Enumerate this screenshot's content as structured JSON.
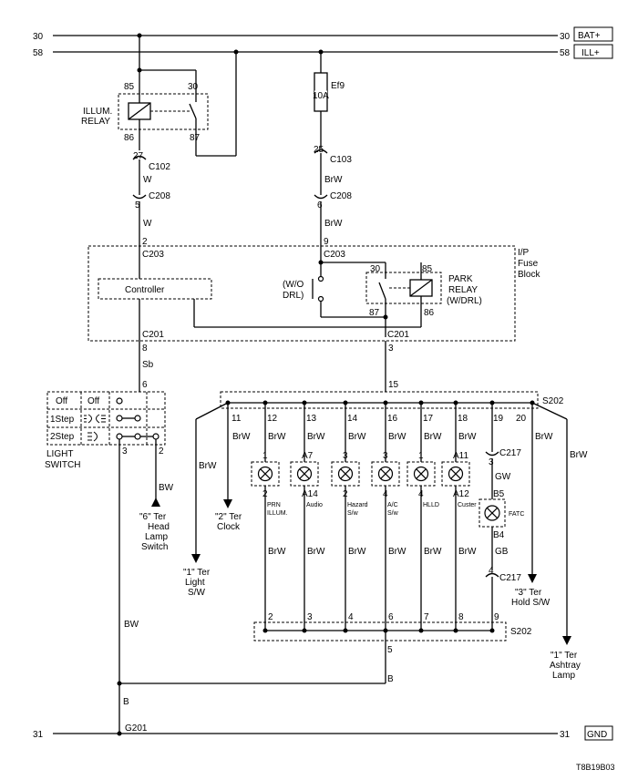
{
  "rails": {
    "bat_left": "30",
    "bat_right": "30",
    "bat_label": "BAT+",
    "ill_left": "58",
    "ill_right": "58",
    "ill_label": "ILL+",
    "gnd_left": "31",
    "gnd_right": "31",
    "gnd_label": "GND"
  },
  "illum_relay": {
    "name_line1": "ILLUM.",
    "name_line2": "RELAY",
    "pin85": "85",
    "pin30": "30",
    "pin86": "86",
    "pin87": "87"
  },
  "fuse": {
    "name": "Ef9",
    "rating": "10A"
  },
  "left_branch": {
    "c102_pin": "27",
    "c102": "C102",
    "wire1": "W",
    "c208_pin": "5",
    "c208": "C208",
    "wire2": "W",
    "c203_pin": "2",
    "c203": "C203"
  },
  "right_branch": {
    "c103_pin": "25",
    "c103": "C103",
    "wire1": "BrW",
    "c208_pin": "6",
    "c208": "C208",
    "wire2": "BrW",
    "c203_pin": "9",
    "c203": "C203"
  },
  "fuse_block": {
    "line1": "I/P",
    "line2": "Fuse",
    "line3": "Block"
  },
  "controller": "Controller",
  "wo_drl": {
    "line1": "(W/O",
    "line2": "DRL)"
  },
  "park_relay": {
    "line1": "PARK",
    "line2": "RELAY",
    "line3": "(W/DRL)",
    "pin30": "30",
    "pin85": "85",
    "pin87": "87",
    "pin86": "86"
  },
  "c201": {
    "left": "C201",
    "left_pin": "8",
    "right": "C201",
    "right_pin": "3",
    "left_wire": "Sb",
    "left_sw_pin": "6"
  },
  "light_switch": {
    "off1": "Off",
    "off2": "Off",
    "step1": "1Step",
    "step2": "2Step",
    "label1": "LIGHT",
    "label2": "SWITCH",
    "pin3": "3",
    "pin2": "2",
    "wire_bw": "BW",
    "ref_line1": "\"6\" Ter",
    "ref_line2": "Head",
    "ref_line3": "Lamp",
    "ref_line4": "Switch"
  },
  "s202_top": {
    "name": "S202",
    "pin_in": "15"
  },
  "s202_bottom": {
    "name": "S202",
    "pin_out": "5",
    "wire_out": "B"
  },
  "branches": {
    "left_pin": "11",
    "left_wire": "BrW",
    "left_wire2": "BrW",
    "clock_wire": "BrW",
    "light_ref1": "\"1\" Ter",
    "light_ref2": "Light",
    "light_ref3": "S/W",
    "clock_ref1": "\"2\" Ter",
    "clock_ref2": "Clock",
    "right_pin": "20",
    "right_wire": "BrW",
    "right_wire2": "BrW",
    "hold_ref1": "\"3\" Ter",
    "hold_ref2": "Hold S/W",
    "ash_ref1": "\"1\" Ter",
    "ash_ref2": "Ashtray",
    "ash_ref3": "Lamp"
  },
  "lamps": [
    {
      "top_pin": "12",
      "upper_wire": "BrW",
      "lamp_pin_top": "1",
      "lamp_pin_bot": "2",
      "name1": "PRN",
      "name2": "ILLUM.",
      "lower_wire": "BrW",
      "bottom_pin": "2"
    },
    {
      "top_pin": "13",
      "upper_wire": "BrW",
      "lamp_pin_top": "A7",
      "lamp_pin_bot": "A14",
      "name1": "Audio",
      "name2": "",
      "lower_wire": "BrW",
      "bottom_pin": "3"
    },
    {
      "top_pin": "14",
      "upper_wire": "BrW",
      "lamp_pin_top": "3",
      "lamp_pin_bot": "2",
      "name1": "Hazard",
      "name2": "S/w",
      "lower_wire": "BrW",
      "bottom_pin": "4"
    },
    {
      "top_pin": "16",
      "upper_wire": "BrW",
      "lamp_pin_top": "3",
      "lamp_pin_bot": "4",
      "name1": "A/C",
      "name2": "S/w",
      "lower_wire": "BrW",
      "bottom_pin": "6"
    },
    {
      "top_pin": "17",
      "upper_wire": "BrW",
      "lamp_pin_top": "1",
      "lamp_pin_bot": "4",
      "name1": "HLLD",
      "name2": "",
      "lower_wire": "BrW",
      "bottom_pin": "7"
    },
    {
      "top_pin": "18",
      "upper_wire": "BrW",
      "lamp_pin_top": "A11",
      "lamp_pin_bot": "A12",
      "name1": "Custer",
      "name2": "",
      "lower_wire": "BrW",
      "bottom_pin": "8"
    }
  ],
  "fatc": {
    "top_pin": "19",
    "c217_top_pin": "3",
    "c217_top": "C217",
    "wire1": "GW",
    "b5": "B5",
    "name": "FATC",
    "b4": "B4",
    "wire2": "GB",
    "c217_bot_pin": "4",
    "c217_bot": "C217",
    "bottom_pin": "9"
  },
  "ground": {
    "wire_bw": "BW",
    "wire_b": "B",
    "g201": "G201"
  },
  "doc_code": "T8B19B03"
}
